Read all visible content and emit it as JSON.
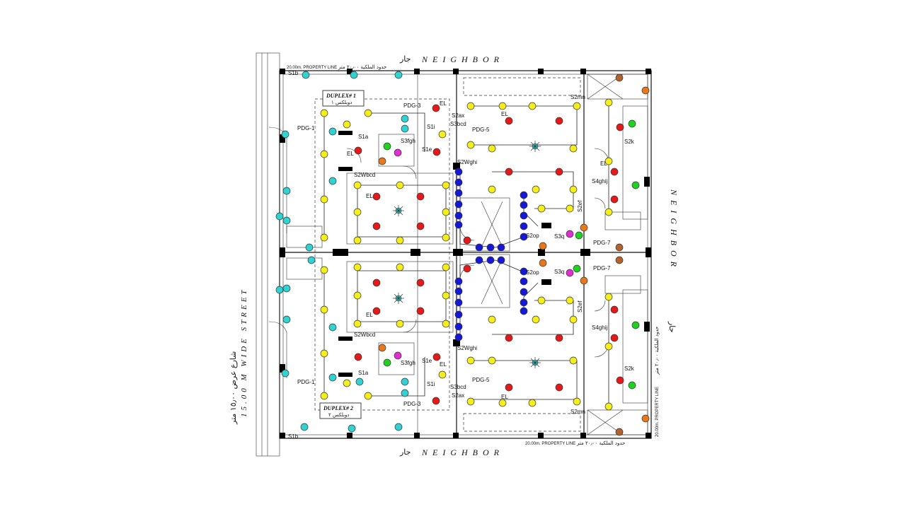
{
  "labels": {
    "neighbor_top": "NEIGHBOR",
    "neighbor_bottom": "NEIGHBOR",
    "neighbor_right": "NEIGHBOR",
    "arabic_neighbor": "جار",
    "property_line_top": "20.00m.  PROPERTY LINE",
    "property_line_bottom": "20.00m.  PROPERTY LINE",
    "property_line_right": "20.00m.  PROPERTY LINE",
    "arabic_property_top": "حدود الملكية ٢٠٫٠٠ متر",
    "arabic_property_bottom": "حدود الملكية ٢٠٫٠٠ متر",
    "arabic_property_right": "حدود الملكية ٢٠٫٠٠ متر",
    "street": "15.00 M WIDE STREET",
    "arabic_street": "شارع عرض ١٥٫٠٠ متر",
    "duplex_1": "DUPLEX# 1",
    "duplex_1_ar": "دوبلكس ١",
    "duplex_2": "DUPLEX# 2",
    "duplex_2_ar": "دوبلكس ٢"
  },
  "switch_labels": [
    "S1b",
    "S1a",
    "S1e",
    "S1i",
    "S2Wbcd",
    "S3fgh",
    "S2ax",
    "S3bcd",
    "S2Wghi",
    "S2mn",
    "S2k",
    "S4ghij",
    "S2ef",
    "S2op",
    "S3q",
    "PDG-1",
    "PDG-3",
    "PDG-5",
    "PDG-7",
    "EL"
  ],
  "colors": {
    "yellow": "#f4ee1c",
    "red": "#e51919",
    "cyan": "#2fd3d3",
    "blue": "#1518d6",
    "green": "#1fd21f",
    "orange": "#e8781c",
    "brown": "#b3622c",
    "magenta": "#e02fd0",
    "walls": "#111111"
  }
}
